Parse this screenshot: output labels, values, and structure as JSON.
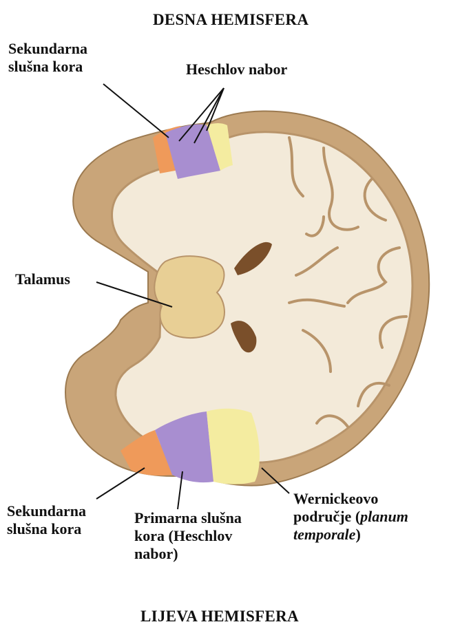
{
  "titles": {
    "top": "DESNA HEMISFERA",
    "bottom": "LIJEVA HEMISFERA"
  },
  "labels": {
    "secondary_top": [
      "Sekundarna",
      "slušna kora"
    ],
    "heschl_top": "Heschlov nabor",
    "thalamus": "Talamus",
    "secondary_bottom": [
      "Sekundarna",
      "slušna kora"
    ],
    "primary_bottom": [
      "Primarna slušna",
      "kora (Heschlov",
      "nabor)"
    ],
    "wernicke": {
      "line1": "Wernickeovo",
      "line2_a": "područje (",
      "line2_b": "planum",
      "line3_a": "temporale",
      "line3_b": ")"
    }
  },
  "colors": {
    "cortex": "#c9a579",
    "cortex_dark": "#a9855a",
    "white_matter": "#f3ead9",
    "gyrus_edge": "#b8946a",
    "thalamus": "#e8cf95",
    "ventricle": "#7a4f2a",
    "secondary_auditory": "#ef9a5a",
    "primary_auditory": "#a88ed0",
    "wernicke": "#f4eca0"
  }
}
